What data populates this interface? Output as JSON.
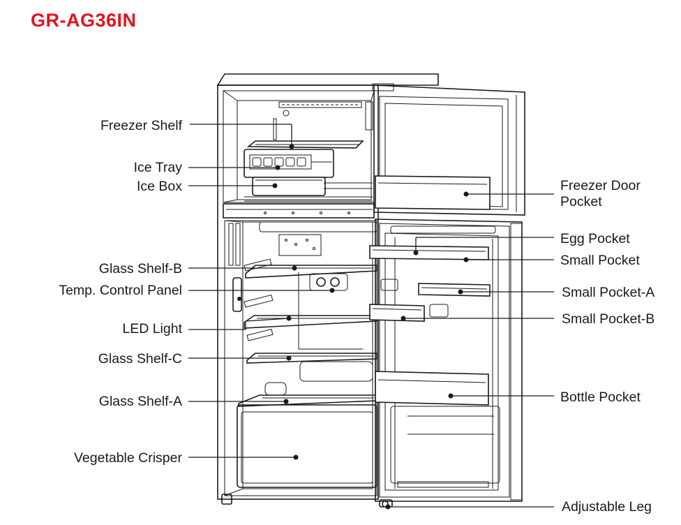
{
  "model": "GR-AG36IN",
  "brand_color": "#e3131b",
  "labels": {
    "freezer_shelf": "Freezer Shelf",
    "ice_tray": "Ice Tray",
    "ice_box": "Ice Box",
    "glass_shelf_b": "Glass Shelf-B",
    "temp_control_panel": "Temp. Control Panel",
    "led_light": "LED Light",
    "glass_shelf_c": "Glass Shelf-C",
    "glass_shelf_a": "Glass Shelf-A",
    "vegetable_crisper": "Vegetable Crisper",
    "freezer_door_pocket_1": "Freezer Door",
    "freezer_door_pocket_2": "Pocket",
    "egg_pocket": "Egg Pocket",
    "small_pocket": "Small Pocket",
    "small_pocket_a": "Small Pocket-A",
    "small_pocket_b": "Small Pocket-B",
    "bottle_pocket": "Bottle Pocket",
    "adjustable_leg": "Adjustable Leg"
  }
}
